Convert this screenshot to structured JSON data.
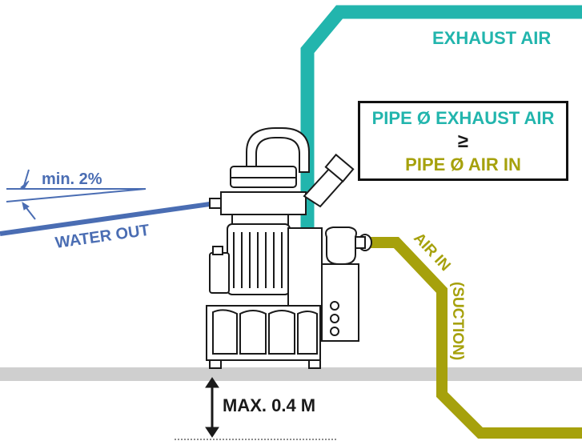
{
  "colors": {
    "exhaust": "#22b5ad",
    "air_in": "#a6a10c",
    "water": "#4a6db3",
    "floor": "#cfcfcf",
    "machine_outline": "#1a1a1a",
    "text_dark": "#1a1a1a"
  },
  "labels": {
    "exhaust_air": "EXHAUST AIR",
    "min_slope": "min. 2%",
    "water_out": "WATER OUT",
    "air_in": "AIR IN",
    "suction": "(SUCTION)",
    "max_height": "MAX. 0.4 M"
  },
  "comparison_box": {
    "line1": "PIPE Ø  EXHAUST AIR",
    "symbol": "≥",
    "line2": "PIPE Ø  AIR IN"
  },
  "icons": {
    "height_arrow": "double-headed-vertical-arrow",
    "slope_marker": "angle-arrows"
  }
}
